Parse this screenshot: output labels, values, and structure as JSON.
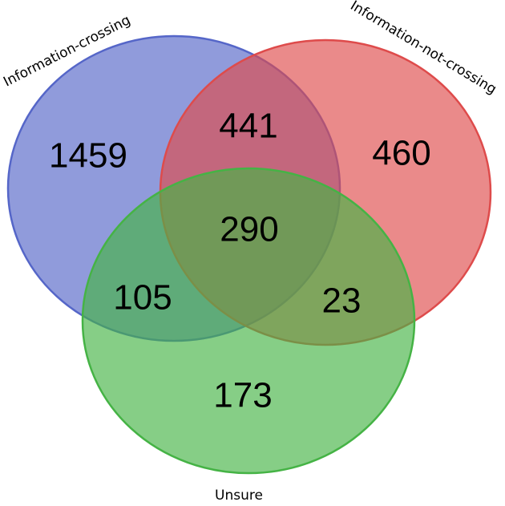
{
  "chart_data": {
    "type": "venn",
    "sets": [
      {
        "id": "A",
        "label": "Information-crossing",
        "color": "#5566c8"
      },
      {
        "id": "B",
        "label": "Information-not-crossing",
        "color": "#de4b4b"
      },
      {
        "id": "C",
        "label": "Unsure",
        "color": "#45b345"
      }
    ],
    "regions": [
      {
        "sets": [
          "A"
        ],
        "value": 1459
      },
      {
        "sets": [
          "B"
        ],
        "value": 460
      },
      {
        "sets": [
          "C"
        ],
        "value": 173
      },
      {
        "sets": [
          "A",
          "B"
        ],
        "value": 441
      },
      {
        "sets": [
          "A",
          "C"
        ],
        "value": 105
      },
      {
        "sets": [
          "B",
          "C"
        ],
        "value": 23
      },
      {
        "sets": [
          "A",
          "B",
          "C"
        ],
        "value": 290
      }
    ]
  }
}
